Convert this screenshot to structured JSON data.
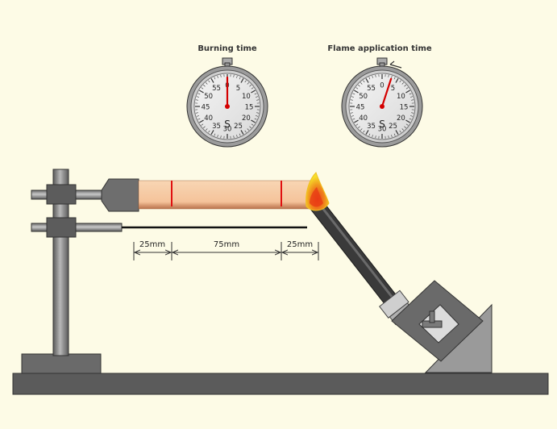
{
  "stopwatches": {
    "burning": {
      "title": "Burning time",
      "seconds": 0
    },
    "flame": {
      "title": "Flame application time",
      "seconds": 3
    },
    "numbers": [
      "0",
      "5",
      "10",
      "15",
      "20",
      "25",
      "30",
      "35",
      "40",
      "45",
      "50",
      "55"
    ],
    "unit": "S"
  },
  "dimensions": {
    "left_mark": "25mm",
    "middle": "75mm",
    "right_mark": "25mm"
  },
  "colors": {
    "background": "#fdfbe6",
    "specimen": "#f7c9a0",
    "mark_line": "#e01010",
    "needle": "#d40000",
    "metal": "#8a8a8a",
    "flame_outer": "#f4d21f",
    "flame_inner": "#e8401a"
  }
}
